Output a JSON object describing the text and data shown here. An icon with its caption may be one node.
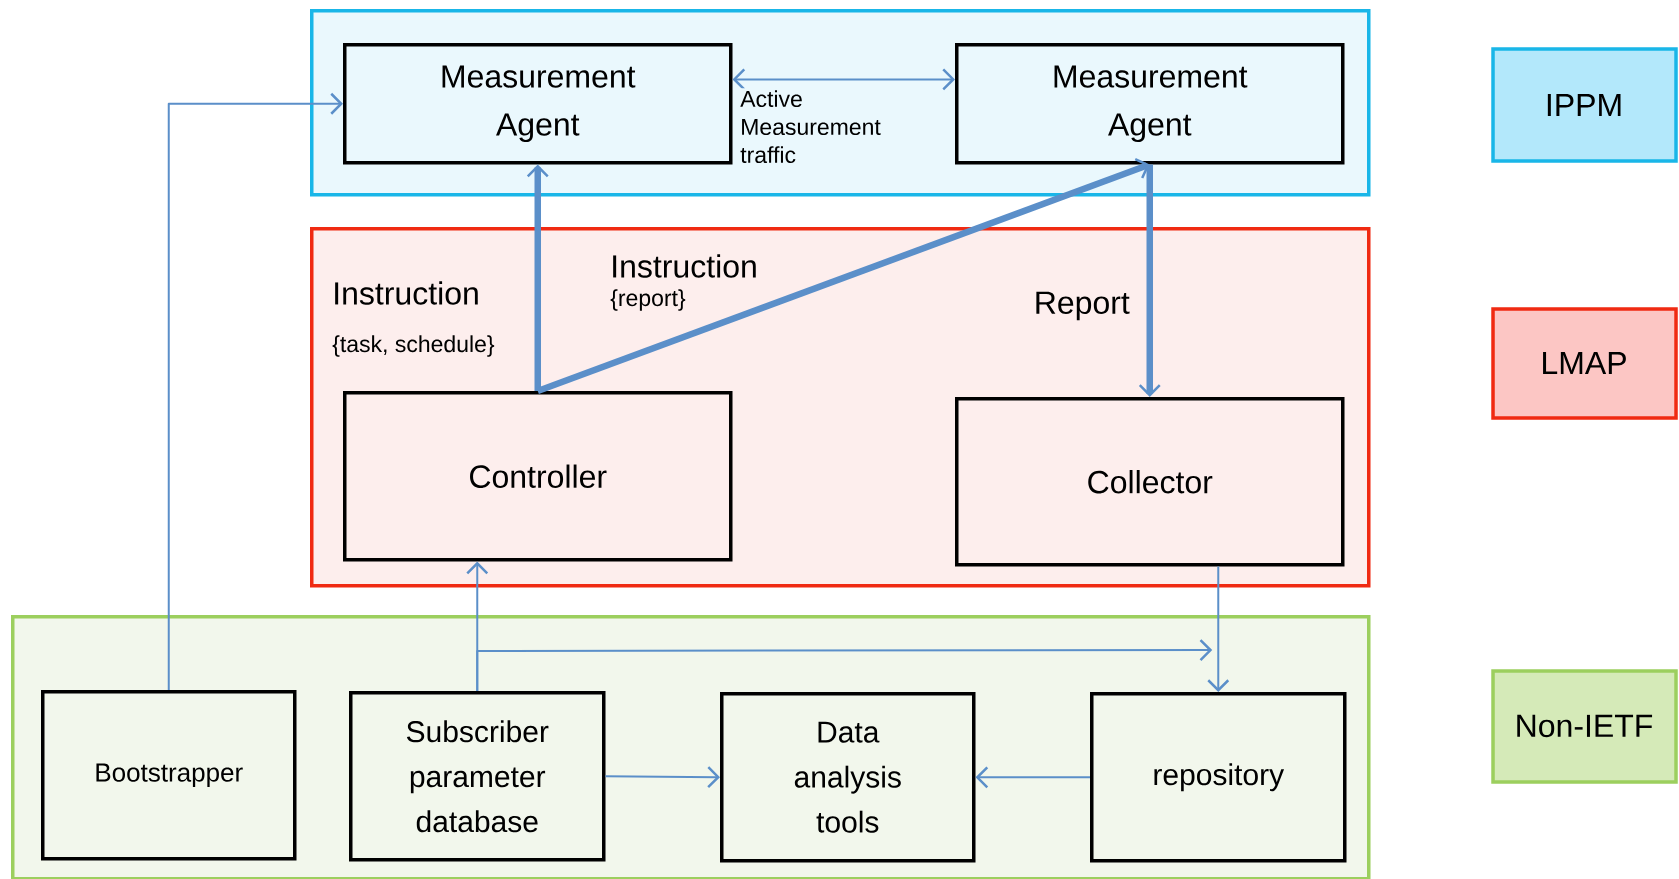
{
  "diagram": {
    "nodes": [
      {
        "text": [],
        "shape": "box"
      },
      {
        "text": [
          "Measurement Agent"
        ],
        "in": 0
      },
      {
        "text": [
          "Measurement Agent"
        ],
        "in": 0
      },
      {
        "text": [],
        "shape": "box"
      },
      {
        "text": [
          "Controller"
        ],
        "in": 3
      },
      {
        "text": [
          "Collector"
        ],
        "in": 3
      },
      {
        "text": [],
        "shape": "box"
      },
      {
        "text": [
          "Bootstrapper"
        ],
        "in": 6
      },
      {
        "text": [
          "Subscriber parameter database"
        ],
        "in": 6
      },
      {
        "text": [
          "Data analysis tools"
        ],
        "in": 6
      },
      {
        "text": [
          "repository"
        ],
        "in": 6
      }
    ],
    "edges": [
      {
        "from": 7,
        "to": 1,
        "arrow": "to"
      },
      {
        "from": 1,
        "to": 2,
        "arrow": "both",
        "label": "Active Measurement traffic"
      },
      {
        "from": 4,
        "to": 1,
        "arrow": "to",
        "style": "thick",
        "label": "Instruction"
      },
      {
        "from": 4,
        "to": 2,
        "arrow": "to",
        "style": "thick",
        "label": "Instruction"
      },
      {
        "from": 2,
        "to": 5,
        "arrow": "to",
        "style": "thick",
        "label": "Report"
      },
      {
        "from": 8,
        "to": 4,
        "arrow": "to"
      },
      {
        "from": 8,
        "to": 10,
        "arrow": "to"
      },
      {
        "from": 5,
        "to": 10,
        "arrow": "to"
      },
      {
        "from": 8,
        "to": 9,
        "arrow": "to"
      },
      {
        "from": 10,
        "to": 9,
        "arrow": "to"
      }
    ],
    "labels": [
      "{task, schedule}",
      "{report}"
    ],
    "legend": [
      {
        "text": "IPPM",
        "color": "#b3e8fb"
      },
      {
        "text": "LMAP",
        "color": "#fcc6c4"
      },
      {
        "text": "Non-IETF",
        "color": "#d5eab8"
      }
    ]
  }
}
